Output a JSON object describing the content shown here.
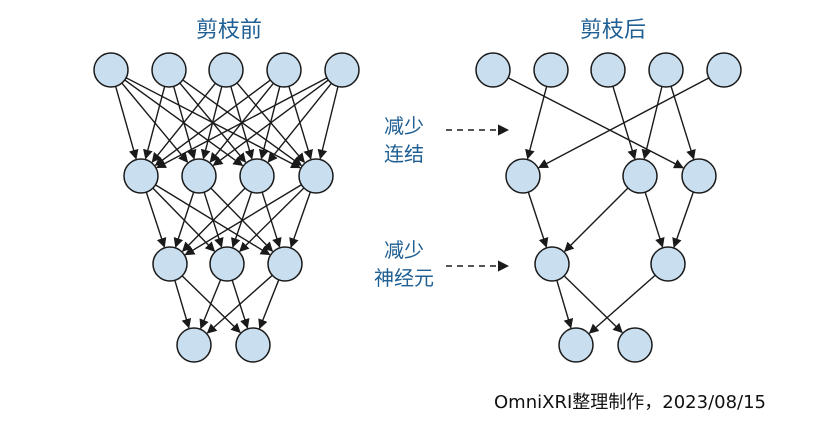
{
  "left": {
    "title": "剪枝前",
    "layers": [
      5,
      4,
      3,
      2
    ],
    "connectivity": "full"
  },
  "right": {
    "title": "剪枝后",
    "layers": [
      5,
      3,
      2,
      2
    ],
    "edges": [
      [
        [
          0,
          2
        ],
        [
          1,
          0
        ],
        [
          2,
          1
        ],
        [
          3,
          1
        ],
        [
          3,
          2
        ],
        [
          4,
          0
        ]
      ],
      [
        [
          0,
          0
        ],
        [
          1,
          0
        ],
        [
          1,
          1
        ],
        [
          2,
          1
        ]
      ],
      [
        [
          0,
          0
        ],
        [
          0,
          1
        ],
        [
          1,
          0
        ]
      ]
    ]
  },
  "annotations": {
    "reduce_connections": {
      "line1": "减少",
      "line2": "连结"
    },
    "reduce_neurons": {
      "line1": "减少",
      "line2": "神经元"
    }
  },
  "credit": "OmniXRI整理制作，2023/08/15",
  "colors": {
    "node_fill": "#c9dff0",
    "node_stroke": "#1a1a1a",
    "edge": "#1a1a1a",
    "title": "#1f5f93"
  }
}
